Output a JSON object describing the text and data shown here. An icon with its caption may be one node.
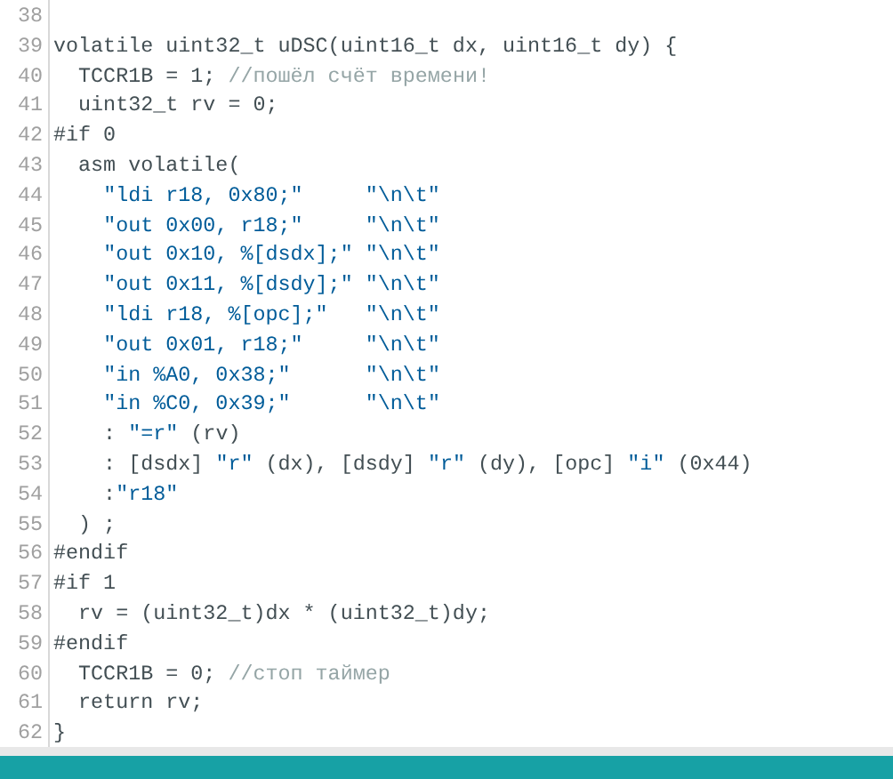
{
  "diagram": {
    "labels": [
      "38",
      "39",
      "volatile uint32_t uDSC(uint16_t dx, uint16_t dy) {",
      "40",
      "  TCCR1B = 1; //пошёл счёт времени!",
      "41",
      "  uint32_t rv = 0;",
      "42",
      "#if 0",
      "43",
      "  asm volatile(",
      "44",
      "    \"ldi r18, 0x80;\"     \"\\n\\t\"",
      "45",
      "    \"out 0x00, r18;\"     \"\\n\\t\"",
      "46",
      "    \"out 0x10, %[dsdx];\" \"\\n\\t\"",
      "47",
      "    \"out 0x11, %[dsdy];\" \"\\n\\t\"",
      "48",
      "    \"ldi r18, %[opc];\"   \"\\n\\t\"",
      "49",
      "    \"out 0x01, r18;\"     \"\\n\\t\"",
      "50",
      "    \"in %A0, 0x38;\"      \"\\n\\t\"",
      "51",
      "    \"in %C0, 0x39;\"      \"\\n\\t\"",
      "52",
      "    : \"=r\" (rv)",
      "53",
      "    : [dsdx] \"r\" (dx), [dsdy] \"r\" (dy), [opc] \"i\" (0x44)",
      "54",
      "    :\"r18\"",
      "55",
      "  ) ;",
      "56",
      "#endif",
      "57",
      "#if 1",
      "58",
      "  rv = (uint32_t)dx * (uint32_t)dy;",
      "59",
      "#endif",
      "60",
      "  TCCR1B = 0; //стоп таймер",
      "61",
      "  return rv;",
      "62",
      "}"
    ]
  }
}
